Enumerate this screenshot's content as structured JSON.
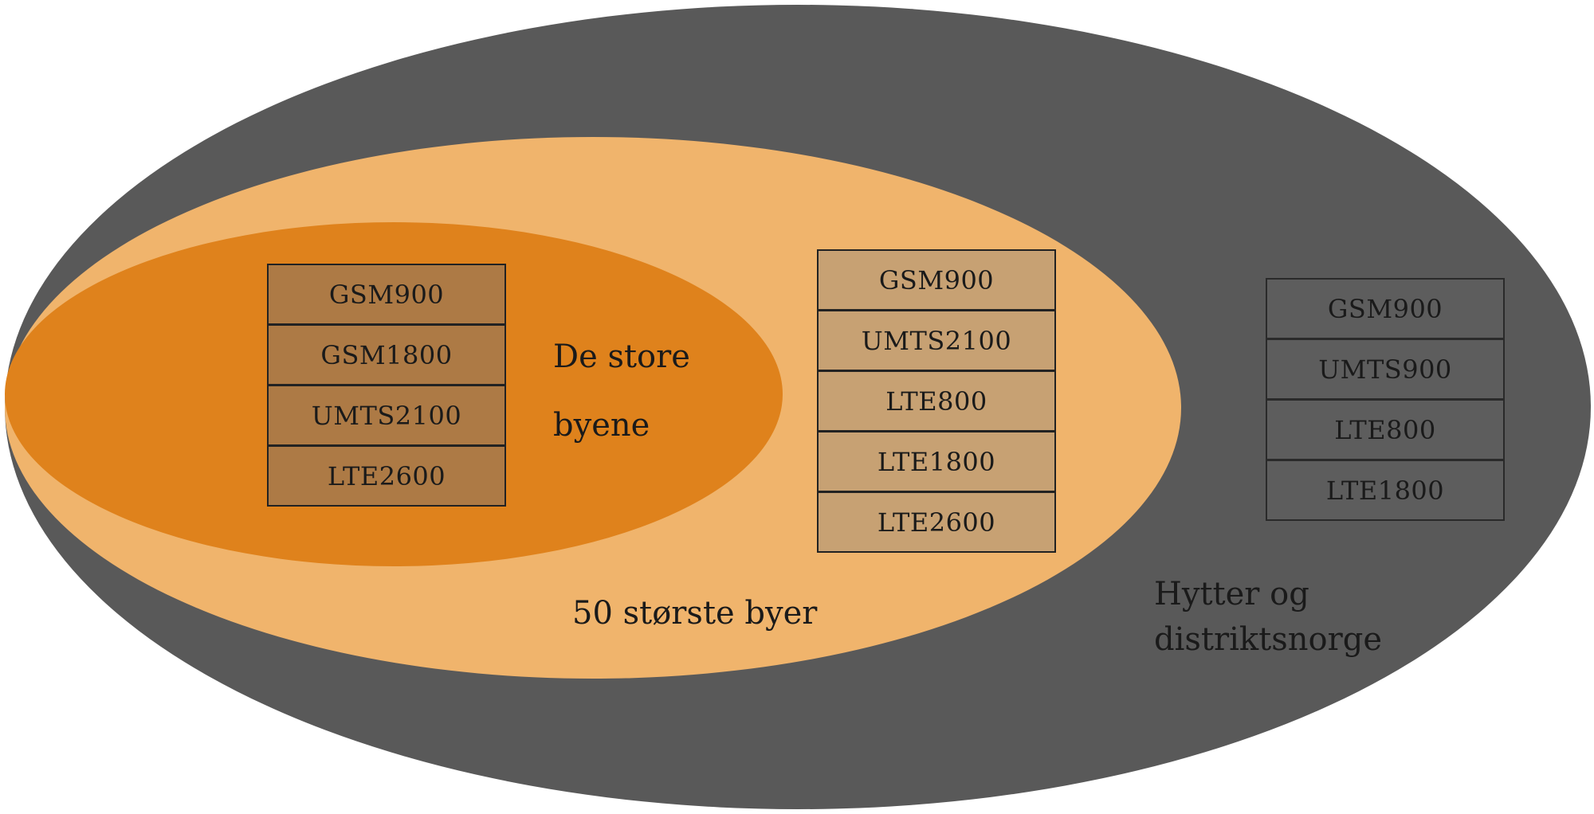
{
  "colors": {
    "outer_zone": "#595959",
    "middle_zone": "#f0b46c",
    "inner_zone": "#df821c",
    "inner_cells": "#ad7a45",
    "middle_cells": "#c7a173",
    "outer_cells": "#5d5d5d"
  },
  "zones": {
    "inner": {
      "label_lines": [
        "De store",
        "byene"
      ],
      "bands": [
        "GSM900",
        "GSM1800",
        "UMTS2100",
        "LTE2600"
      ]
    },
    "middle": {
      "label": "50 største byer",
      "bands": [
        "GSM900",
        "UMTS2100",
        "LTE800",
        "LTE1800",
        "LTE2600"
      ]
    },
    "outer": {
      "label_lines": [
        "Hytter og",
        "distriktsnorge"
      ],
      "bands": [
        "GSM900",
        "UMTS900",
        "LTE800",
        "LTE1800"
      ]
    }
  }
}
